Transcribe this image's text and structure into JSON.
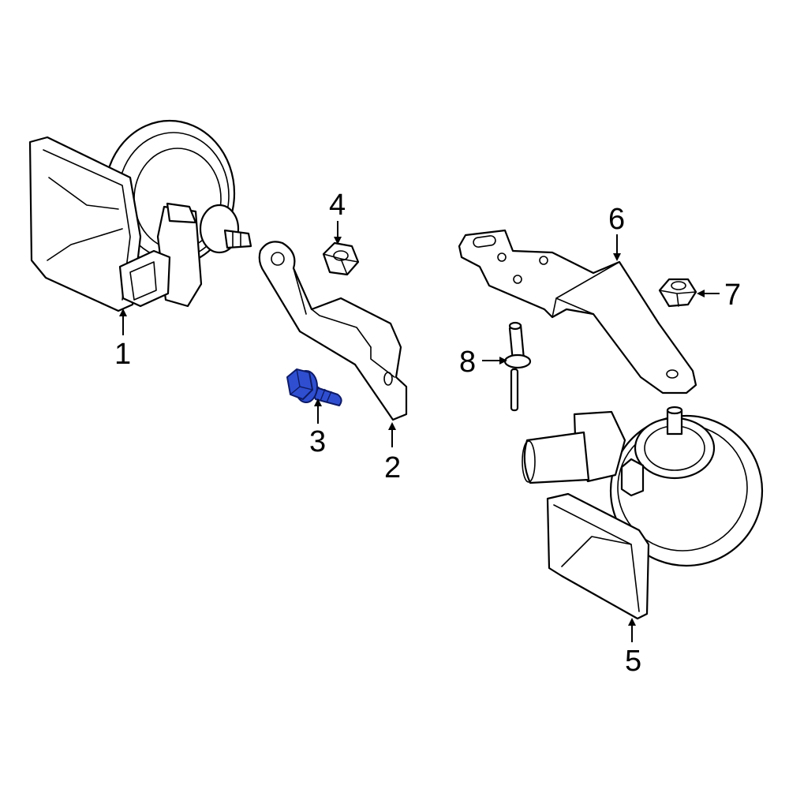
{
  "diagram": {
    "callouts": [
      {
        "id": "1",
        "label": "1"
      },
      {
        "id": "2",
        "label": "2"
      },
      {
        "id": "3",
        "label": "3"
      },
      {
        "id": "4",
        "label": "4"
      },
      {
        "id": "5",
        "label": "5"
      },
      {
        "id": "6",
        "label": "6"
      },
      {
        "id": "7",
        "label": "7"
      },
      {
        "id": "8",
        "label": "8"
      }
    ],
    "highlight_color": "#2f4fd0",
    "line_color": "#000000",
    "background": "#ffffff"
  }
}
